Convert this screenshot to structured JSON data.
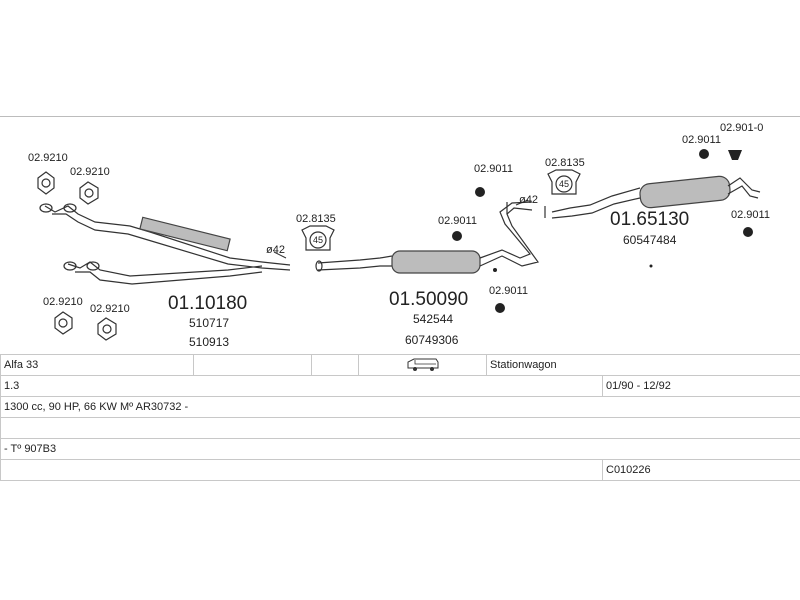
{
  "diagram": {
    "gaskets": [
      {
        "code": "02.9210"
      },
      {
        "code": "02.9210"
      },
      {
        "code": "02.9210"
      },
      {
        "code": "02.9210"
      }
    ],
    "clamps": [
      {
        "code": "02.8135",
        "size": "45"
      },
      {
        "code": "02.8135",
        "size": "45"
      }
    ],
    "rubbers": [
      "02.9011",
      "02.9011",
      "02.9011",
      "02.9011",
      "02.9011"
    ],
    "hanger": "02.901-0",
    "diameters": [
      "ø42",
      "ø42"
    ],
    "front_pipe": {
      "part": "01.10180",
      "refs": [
        "510717",
        "510913"
      ]
    },
    "middle_silencer": {
      "part": "01.50090",
      "refs": [
        "542544",
        "60749306"
      ]
    },
    "rear_silencer": {
      "part": "01.65130",
      "refs": [
        "60547484"
      ]
    }
  },
  "vehicle": {
    "model": "Alfa 33",
    "body": "Stationwagon",
    "body_icon": "van-icon",
    "engine": "1.3",
    "years": "01/90 - 12/92",
    "spec": "1300 cc, 90 HP, 66 KW Mº AR30732 -",
    "type_code": "- Tº 907B3",
    "catalog_code": "C010226"
  }
}
